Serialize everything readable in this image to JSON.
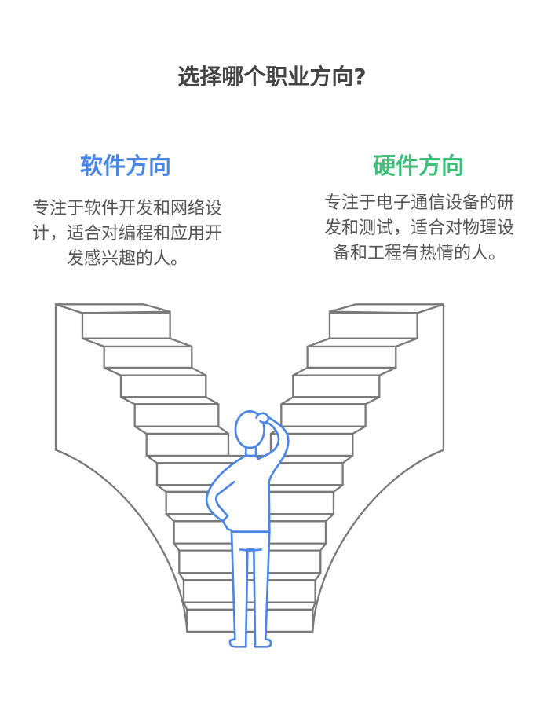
{
  "title": "选择哪个职业方向?",
  "options": [
    {
      "heading": "软件方向",
      "description": "专注于软件开发和网络设计，适合对编程和应用开发感兴趣的人。",
      "color": "#4a86e8"
    },
    {
      "heading": "硬件方向",
      "description": "专注于电子通信设备的研发和测试，适合对物理设备和工程有热情的人。",
      "color": "#3dbf7a"
    }
  ],
  "colors": {
    "stairs": "#7a7a7a",
    "person": "#4a86e8",
    "title": "#454545"
  }
}
